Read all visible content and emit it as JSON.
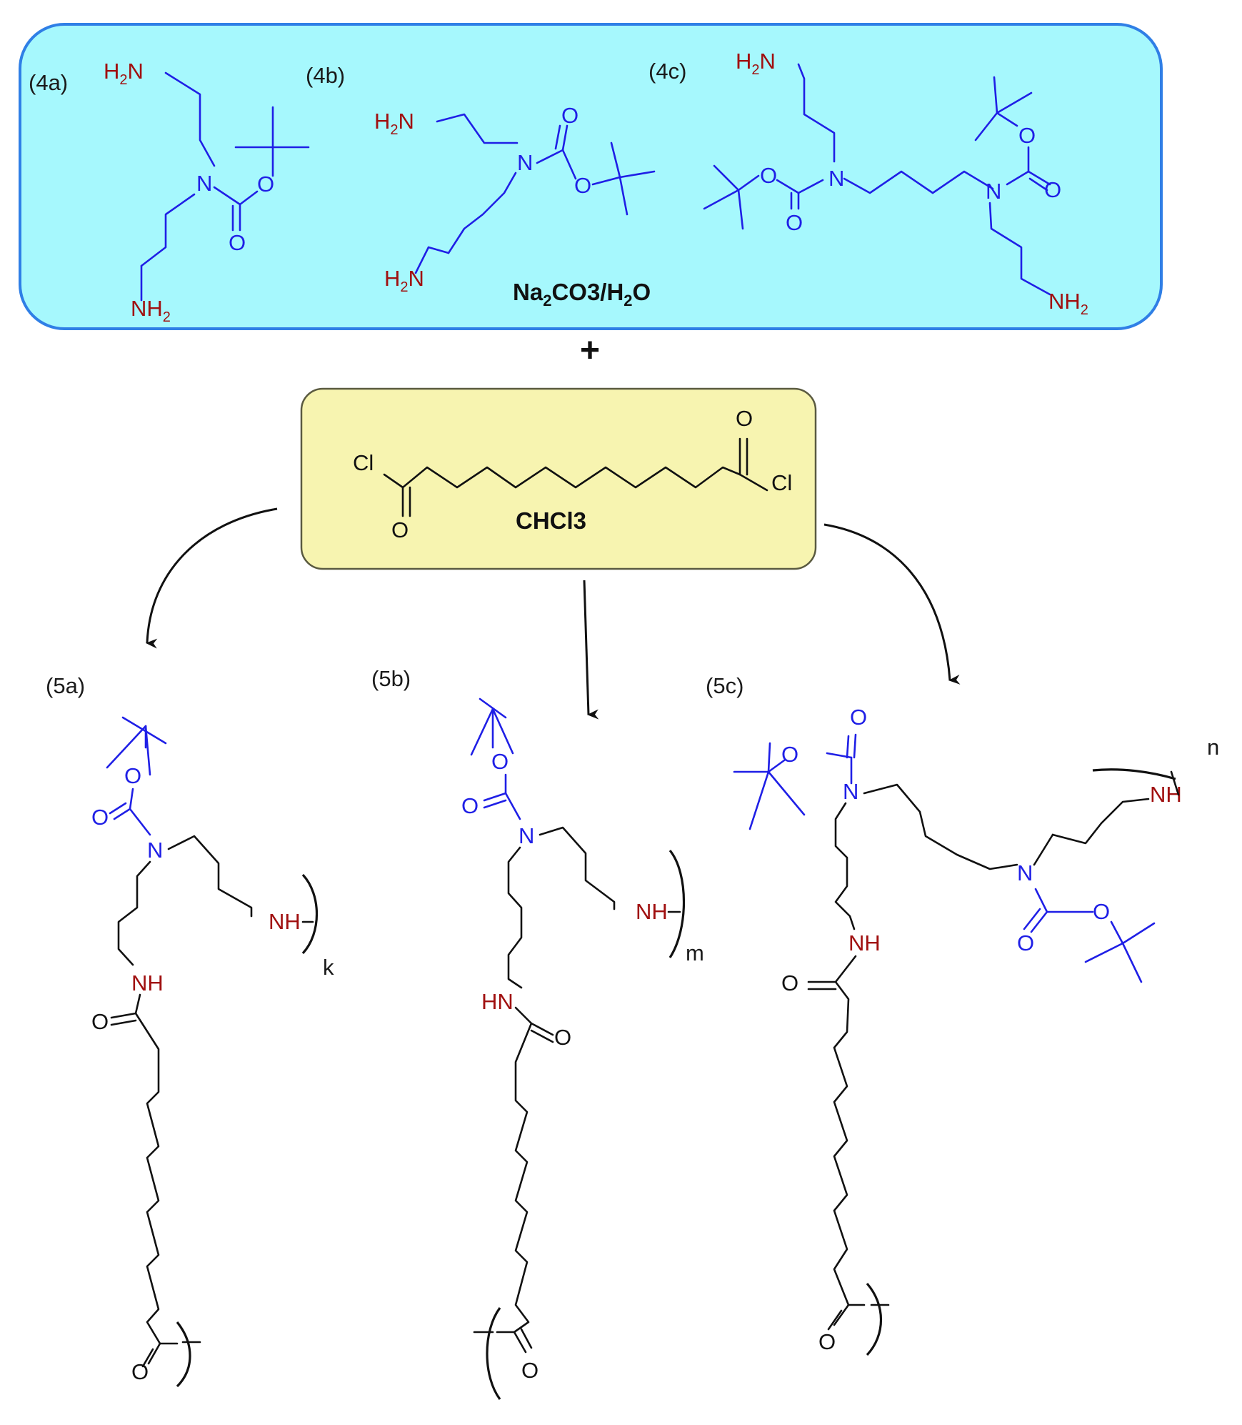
{
  "reactants_panel": {
    "label_4a": "(4a)",
    "label_4b": "(4b)",
    "label_4c": "(4c)",
    "conditions": "Na2CO3/H2O",
    "colors": {
      "fill": "#a6f8fd",
      "border": "#2f7fe6"
    }
  },
  "plus_sign": "+",
  "acyl_panel": {
    "solvent": "CHCl3",
    "colors": {
      "fill": "#f7f4b0",
      "border": "#5a5a40"
    }
  },
  "products": {
    "label_5a": "(5a)",
    "label_5b": "(5b)",
    "label_5c": "(5c)",
    "repeat_k": "k",
    "repeat_m": "m",
    "repeat_n": "n"
  },
  "atoms": {
    "H2N": "H2N",
    "NH2": "NH2",
    "N": "N",
    "O": "O",
    "NH": "NH",
    "HN": "HN",
    "Cl": "Cl"
  },
  "atom_colors": {
    "nitrogen_boc": "#1f1fe6",
    "amine": "#a01010",
    "carbon": "#111111"
  }
}
